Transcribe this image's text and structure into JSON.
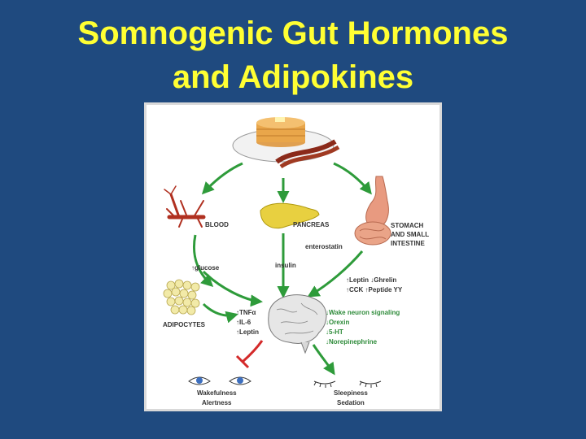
{
  "slide": {
    "title_line1": "Somnogenic Gut Hormones",
    "title_line2": "and Adipokines"
  },
  "diagram": {
    "blood": "BLOOD",
    "pancreas": "PANCREAS",
    "stomach_l1": "STOMACH",
    "stomach_l2": "AND SMALL",
    "stomach_l3": "INTESTINE",
    "enterostatin": "enterostatin",
    "glucose": "↑glucose",
    "insulin": "insulin",
    "leptin_ghrelin": "↑Leptin ↓Ghrelin",
    "cck_pyy": "↑CCK ↑Peptide YY",
    "adipocytes": "ADIPOCYTES",
    "tnf": "↑TNFα",
    "il6": "↑IL-6",
    "leptin": "↑Leptin",
    "wake": "↓Wake neuron signaling",
    "orexin": "↓Orexin",
    "ht5": "↓5-HT",
    "norepi": "↓Norepinephrine",
    "wakefulness": "Wakefulness",
    "alertness": "Alertness",
    "sleepiness": "Sleepiness",
    "sedation": "Sedation"
  },
  "colors": {
    "background": "#1f4a7f",
    "title": "#ffff33",
    "arrow_green": "#2e9b3a",
    "inhibit_red": "#d42a2a",
    "text_green": "#2e8b3a"
  }
}
